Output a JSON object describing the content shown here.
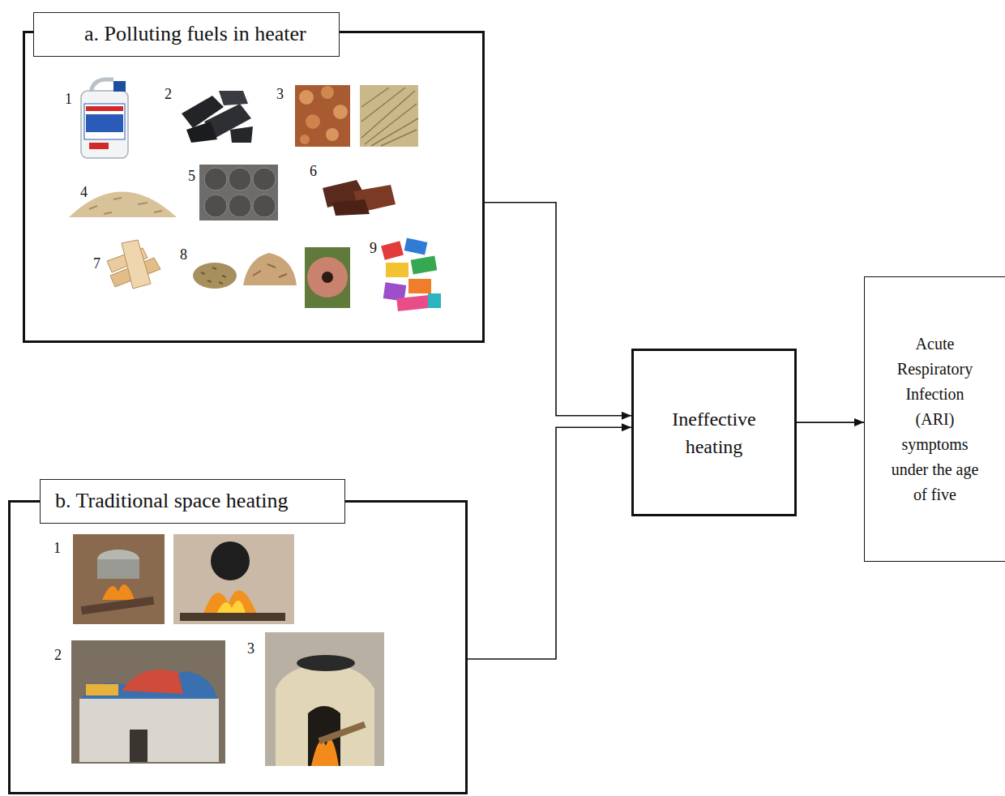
{
  "diagram": {
    "nodes": [
      {
        "text": [
          "a. Polluting fuels in heater"
        ]
      },
      {
        "text": [
          "b. Traditional space heating"
        ]
      },
      {
        "text": [
          "Ineffective heating"
        ]
      },
      {
        "text": [
          "Acute Respiratory Infection (ARI) symptoms under the age of five"
        ]
      }
    ],
    "edges": [
      {
        "from": 0,
        "to": 2,
        "arrow": "to"
      },
      {
        "from": 1,
        "to": 2,
        "arrow": "to"
      },
      {
        "from": 2,
        "to": 3,
        "arrow": "to"
      }
    ],
    "labels": [
      "1",
      "2",
      "3",
      "4",
      "5",
      "6",
      "7",
      "8",
      "9",
      "1",
      "2",
      "3"
    ]
  }
}
